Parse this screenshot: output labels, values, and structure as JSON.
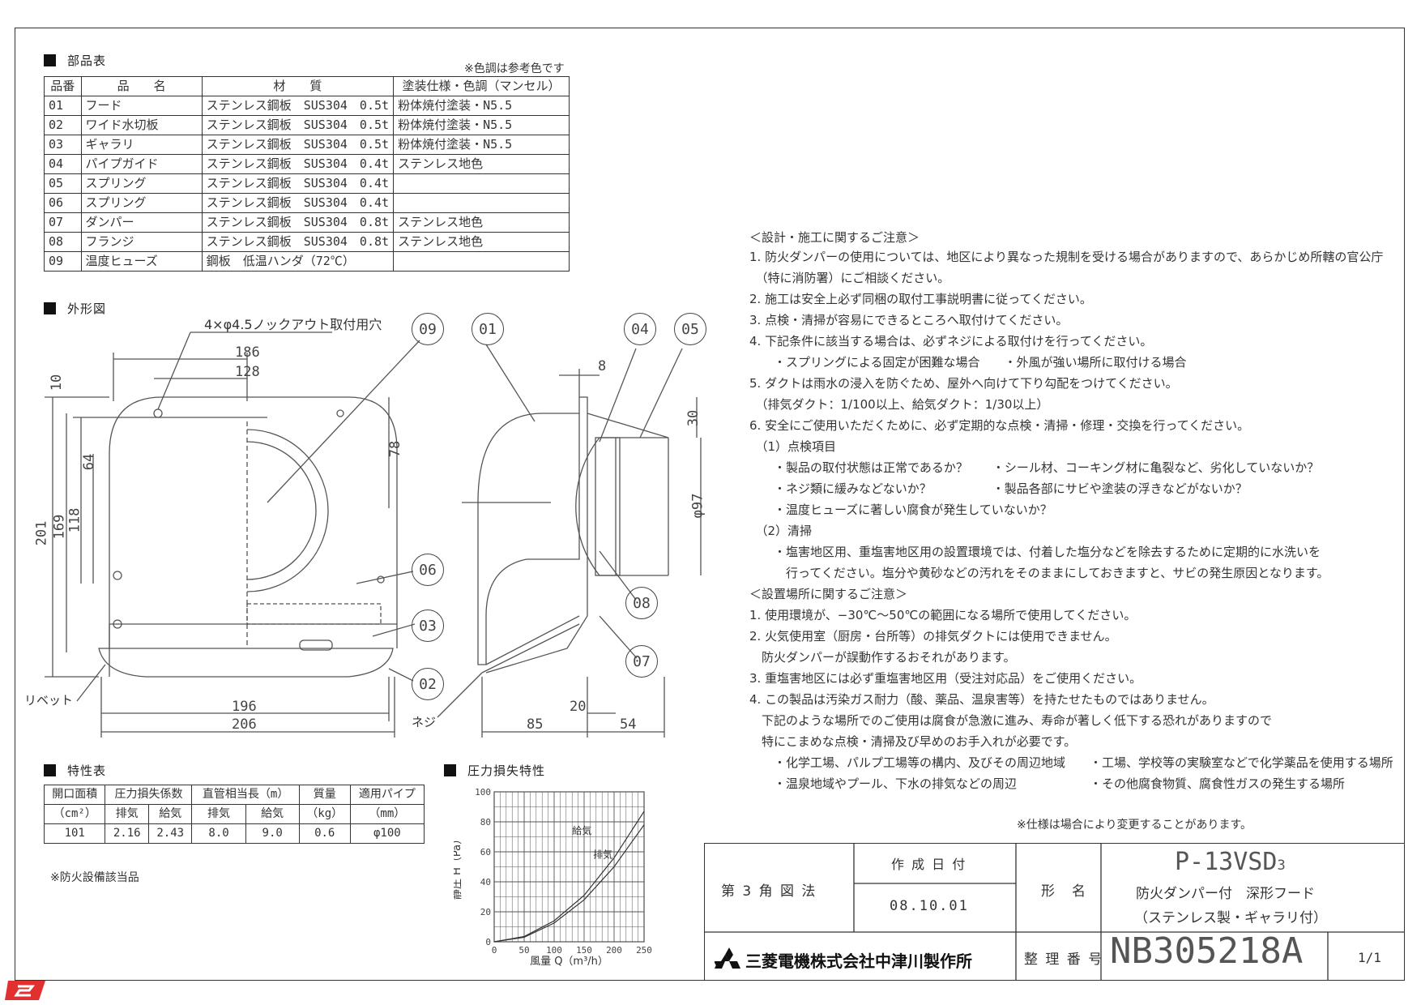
{
  "parts": {
    "title": "部品表",
    "color_note": "※色調は参考色です",
    "headers": [
      "品番",
      "品　　名",
      "材　　質",
      "塗装仕様・色調（マンセル）"
    ],
    "rows": [
      [
        "01",
        "フード",
        "ステンレス鋼板　SUS304　0.5t",
        "粉体焼付塗装・N5.5"
      ],
      [
        "02",
        "ワイド水切板",
        "ステンレス鋼板　SUS304　0.5t",
        "粉体焼付塗装・N5.5"
      ],
      [
        "03",
        "ギャラリ",
        "ステンレス鋼板　SUS304　0.5t",
        "粉体焼付塗装・N5.5"
      ],
      [
        "04",
        "パイプガイド",
        "ステンレス鋼板　SUS304　0.4t",
        "ステンレス地色"
      ],
      [
        "05",
        "スプリング",
        "ステンレス鋼板　SUS304　0.4t",
        ""
      ],
      [
        "06",
        "スプリング",
        "ステンレス鋼板　SUS304　0.4t",
        ""
      ],
      [
        "07",
        "ダンパー",
        "ステンレス鋼板　SUS304　0.8t",
        "ステンレス地色"
      ],
      [
        "08",
        "フランジ",
        "ステンレス鋼板　SUS304　0.8t",
        "ステンレス地色"
      ],
      [
        "09",
        "温度ヒューズ",
        "鋼板　低温ハンダ（72℃）",
        ""
      ]
    ]
  },
  "outline": {
    "title": "外形図",
    "knockout": "4×φ4.5ノックアウト取付用穴",
    "rivet": "リベット",
    "screw": "ネジ",
    "dims": {
      "d186": "186",
      "d128": "128",
      "d10": "10",
      "d64": "64",
      "d78": "78",
      "d201": "201",
      "d169": "169",
      "d118": "118",
      "d196": "196",
      "d206": "206",
      "d8": "8",
      "d30": "30",
      "d97": "φ97",
      "d20": "20",
      "d85": "85",
      "d54": "54"
    },
    "callouts": [
      "09",
      "01",
      "04",
      "05",
      "06",
      "03",
      "02",
      "08",
      "07"
    ]
  },
  "notes": {
    "design_header": "＜設計・施工に関するご注意＞",
    "lines": [
      "1. 防火ダンパーの使用については、地区により異なった規制を受ける場合がありますので、あらかじめ所轄の官公庁",
      "　（特に消防署）にご相談ください。",
      "2. 施工は安全上必ず同梱の取付工事説明書に従ってください。",
      "3. 点検・清掃が容易にできるところへ取付けてください。",
      "4. 下記条件に該当する場合は、必ずネジによる取付けを行ってください。",
      "　　・スプリングによる固定が困難な場合　　・外風が強い場所に取付ける場合",
      "5. ダクトは雨水の浸入を防ぐため、屋外へ向けて下り勾配をつけてください。",
      "　（排気ダクト：1/100以上、給気ダクト：1/30以上）",
      "6. 安全にご使用いただくために、必ず定期的な点検・清掃・修理・交換を行ってください。",
      "　（1）点検項目",
      "　　・製品の取付状態は正常であるか？　　・シール材、コーキング材に亀裂など、劣化していないか？",
      "　　・ネジ類に緩みなどないか？　　　　　・製品各部にサビや塗装の浮きなどがないか？",
      "　　・温度ヒューズに著しい腐食が発生していないか？",
      "　（2）清掃",
      "　　・塩害地区用、重塩害地区用の設置環境では、付着した塩分などを除去するために定期的に水洗いを",
      "　　　行ってください。塩分や黄砂などの汚れをそのままにしておきますと、サビの発生原因となります。",
      "＜設置場所に関するご注意＞",
      "1. 使用環境が、−30℃〜50℃の範囲になる場所で使用してください。",
      "2. 火気使用室（厨房・台所等）の排気ダクトには使用できません。",
      "　防火ダンパーが誤動作するおそれがあります。",
      "3. 重塩害地区には必ず重塩害地区用（受注対応品）をご使用ください。",
      "4. この製品は汚染ガス耐力（酸、薬品、温泉害等）を持たせたものではありません。",
      "　下記のような場所でのご使用は腐食が急激に進み、寿命が著しく低下する恐れがありますので",
      "　特にこまめな点検・清掃及び早めのお手入れが必要です。",
      "　　・化学工場、パルプ工場等の構内、及びその周辺地域　　・工場、学校等の実験室などで化学薬品を使用する場所",
      "　　・温泉地域やプール、下水の排気などの周辺　　　　　　・その他腐食物質、腐食性ガスの発生する場所"
    ],
    "spec_note": "※仕様は場合により変更することがあります。"
  },
  "specs": {
    "title": "特性表",
    "h1": [
      "開口面積",
      "圧力損失係数",
      "直管相当長（m）",
      "質量",
      "適用パイプ"
    ],
    "h2": [
      "（cm²）",
      "排気",
      "給気",
      "排気",
      "給気",
      "（kg）",
      "（mm）"
    ],
    "values": [
      "101",
      "2.16",
      "2.43",
      "8.0",
      "9.0",
      "0.6",
      "φ100"
    ],
    "fire_note": "※防火設備該当品"
  },
  "chart_data": {
    "type": "line",
    "title": "圧力損失特性",
    "xlabel": "風量 Q（m³/h）",
    "ylabel": "静圧 H（Pa）",
    "xlim": [
      0,
      250
    ],
    "ylim": [
      0,
      100
    ],
    "xticks": [
      "0",
      "50",
      "100",
      "150",
      "200",
      "250"
    ],
    "yticks": [
      "0",
      "20",
      "40",
      "60",
      "80",
      "100"
    ],
    "series": [
      {
        "name": "給気",
        "x": [
          0,
          50,
          100,
          150,
          200,
          250
        ],
        "y": [
          0,
          3.5,
          14,
          31,
          56,
          87
        ]
      },
      {
        "name": "排気",
        "x": [
          0,
          50,
          100,
          150,
          200,
          250
        ],
        "y": [
          0,
          3,
          12.5,
          28,
          50,
          78
        ]
      }
    ],
    "grid": true
  },
  "titleblock": {
    "projection": "第 3 角 図 法",
    "date_label": "作 成 日 付",
    "date": "08.10.01",
    "model_label": "形　名",
    "model": "P-13VSD",
    "model_sub": "3",
    "desc1": "防火ダンパー付　深形フード",
    "desc2": "（ステンレス製・ギャラリ付）",
    "company": "三菱電機株式会社中津川製作所",
    "number_label": "整 理 番 号",
    "number": "NB305218A",
    "sheet": "1/1"
  },
  "colors": {
    "line": "#333333",
    "logo": "#111111",
    "corner_badge": "#e03030"
  }
}
